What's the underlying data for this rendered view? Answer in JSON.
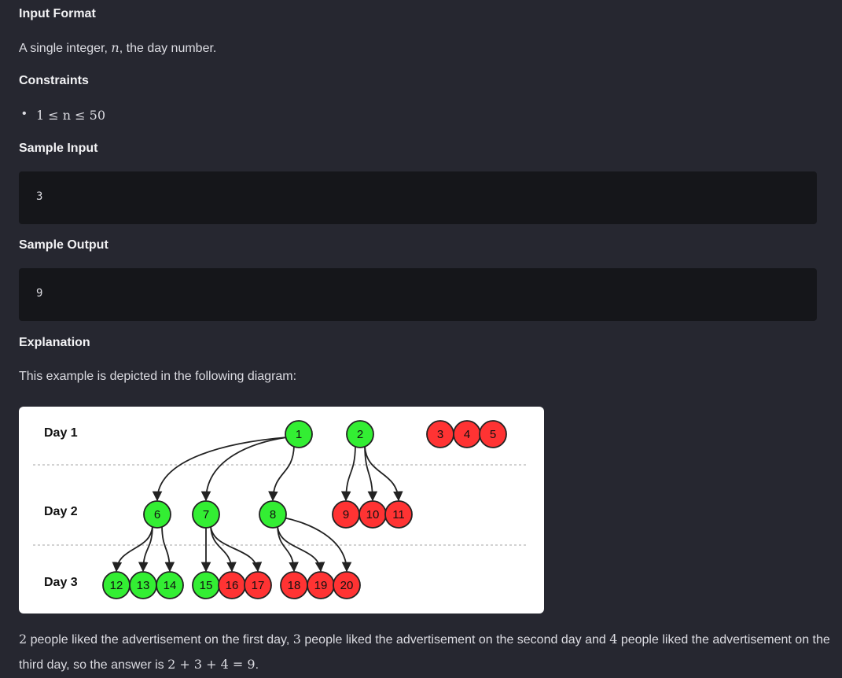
{
  "sections": {
    "input_format": {
      "title": "Input Format",
      "text_pre": "A single integer, ",
      "var": "n",
      "text_post": ", the day number."
    },
    "constraints": {
      "title": "Constraints",
      "item": "1 ≤ n ≤ 50",
      "bullet": "•"
    },
    "sample_input": {
      "title": "Sample Input",
      "value": "3"
    },
    "sample_output": {
      "title": "Sample Output",
      "value": "9"
    },
    "explanation": {
      "title": "Explanation",
      "intro": "This example is depicted in the following diagram:",
      "p1_a": "2",
      "p1_b": " people liked the advertisement on the first day, ",
      "p1_c": "3",
      "p1_d": " people liked the advertisement on the second day and ",
      "p1_e": "4",
      "p1_f": " people liked the advertisement on the",
      "p2_a": "third day, so the answer is ",
      "p2_math": "2 + 3 + 4 = 9",
      "p2_end": "."
    }
  },
  "diagram": {
    "day_labels": [
      "Day 1",
      "Day 2",
      "Day 3"
    ],
    "colors": {
      "liked": "#33ee33",
      "not_liked": "#ff3333",
      "stroke": "#222222"
    },
    "nodes": [
      {
        "id": "1",
        "liked": true
      },
      {
        "id": "2",
        "liked": true
      },
      {
        "id": "3",
        "liked": false
      },
      {
        "id": "4",
        "liked": false
      },
      {
        "id": "5",
        "liked": false
      },
      {
        "id": "6",
        "liked": true
      },
      {
        "id": "7",
        "liked": true
      },
      {
        "id": "8",
        "liked": true
      },
      {
        "id": "9",
        "liked": false
      },
      {
        "id": "10",
        "liked": false
      },
      {
        "id": "11",
        "liked": false
      },
      {
        "id": "12",
        "liked": true
      },
      {
        "id": "13",
        "liked": true
      },
      {
        "id": "14",
        "liked": true
      },
      {
        "id": "15",
        "liked": true
      },
      {
        "id": "16",
        "liked": false
      },
      {
        "id": "17",
        "liked": false
      },
      {
        "id": "18",
        "liked": false
      },
      {
        "id": "19",
        "liked": false
      },
      {
        "id": "20",
        "liked": false
      }
    ],
    "edges": [
      [
        "1",
        "6"
      ],
      [
        "1",
        "7"
      ],
      [
        "1",
        "8"
      ],
      [
        "2",
        "9"
      ],
      [
        "2",
        "10"
      ],
      [
        "2",
        "11"
      ],
      [
        "6",
        "12"
      ],
      [
        "6",
        "13"
      ],
      [
        "6",
        "14"
      ],
      [
        "7",
        "15"
      ],
      [
        "7",
        "16"
      ],
      [
        "7",
        "17"
      ],
      [
        "8",
        "18"
      ],
      [
        "8",
        "19"
      ],
      [
        "8",
        "20"
      ]
    ]
  }
}
